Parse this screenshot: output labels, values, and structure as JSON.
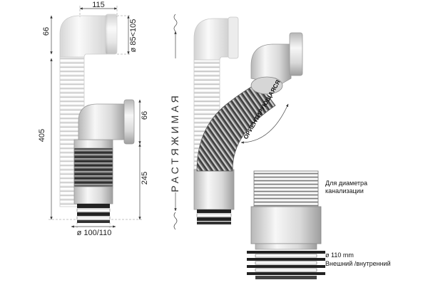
{
  "dimensions": {
    "width_top": "115",
    "height_66_top": "66",
    "diameter_top": "ø 85<105",
    "total_height": "405",
    "height_66_mid": "66",
    "height_245": "245",
    "diameter_bottom": "ø 100/110"
  },
  "labels": {
    "stretchable": "РАСТЯЖИМАЯ",
    "orientable": "ОРИЕНТИРУЮЩАЯСЯ",
    "sewer_diameter_line1": "Для диаметра",
    "sewer_diameter_line2": "канализации",
    "outlet_diameter": "ø 110 mm",
    "outlet_type": "Внешний /внутренний"
  },
  "colors": {
    "pipe_fill": "#e9e9e9",
    "pipe_edge": "#9a9a9a",
    "rib_light": "#f4f4f4",
    "rib_dark": "#8c8c8c",
    "band_dark": "#333333",
    "dimension_line": "#444444"
  }
}
